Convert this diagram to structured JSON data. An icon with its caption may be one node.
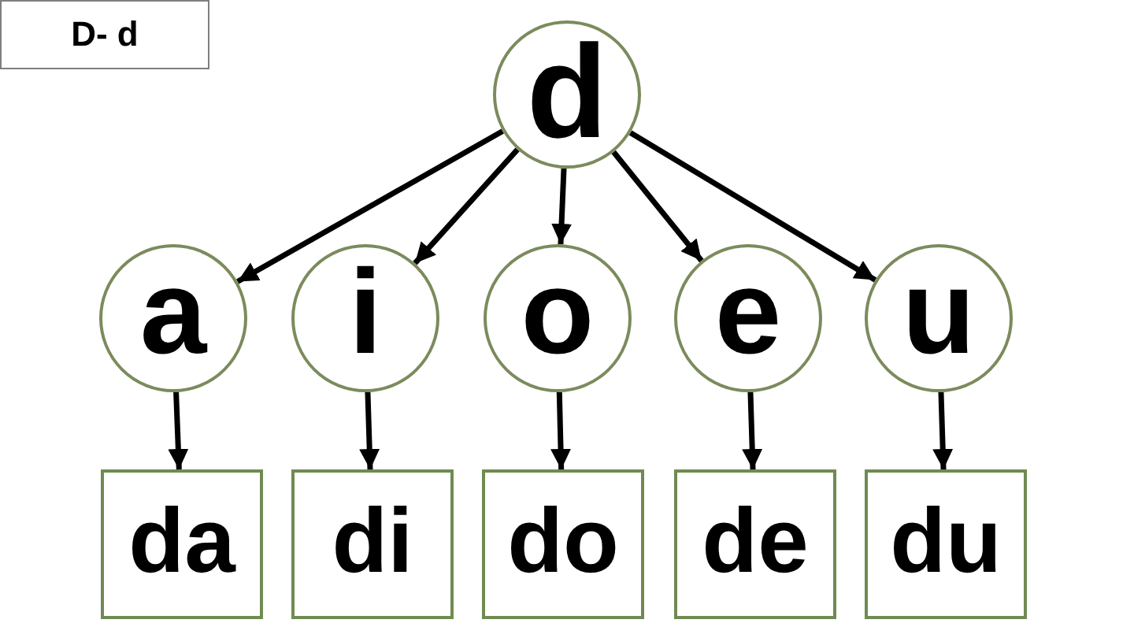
{
  "diagram": {
    "nodes": [
      {
        "text": [
          "D- d"
        ]
      },
      {
        "text": [
          "d"
        ]
      },
      {
        "text": [
          "a"
        ]
      },
      {
        "text": [
          "i"
        ]
      },
      {
        "text": [
          "o"
        ]
      },
      {
        "text": [
          "e"
        ]
      },
      {
        "text": [
          "u"
        ]
      },
      {
        "text": [
          "da"
        ]
      },
      {
        "text": [
          "di"
        ]
      },
      {
        "text": [
          "do"
        ]
      },
      {
        "text": [
          "de"
        ]
      },
      {
        "text": [
          "du"
        ]
      }
    ],
    "edges": [
      {
        "from": 1,
        "to": 2,
        "arrow": "to"
      },
      {
        "from": 1,
        "to": 3,
        "arrow": "to"
      },
      {
        "from": 1,
        "to": 4,
        "arrow": "to"
      },
      {
        "from": 1,
        "to": 5,
        "arrow": "to"
      },
      {
        "from": 1,
        "to": 6,
        "arrow": "to"
      },
      {
        "from": 2,
        "to": 7,
        "arrow": "to"
      },
      {
        "from": 3,
        "to": 8,
        "arrow": "to"
      },
      {
        "from": 4,
        "to": 9,
        "arrow": "to"
      },
      {
        "from": 5,
        "to": 10,
        "arrow": "to"
      },
      {
        "from": 6,
        "to": 11,
        "arrow": "to"
      }
    ]
  }
}
